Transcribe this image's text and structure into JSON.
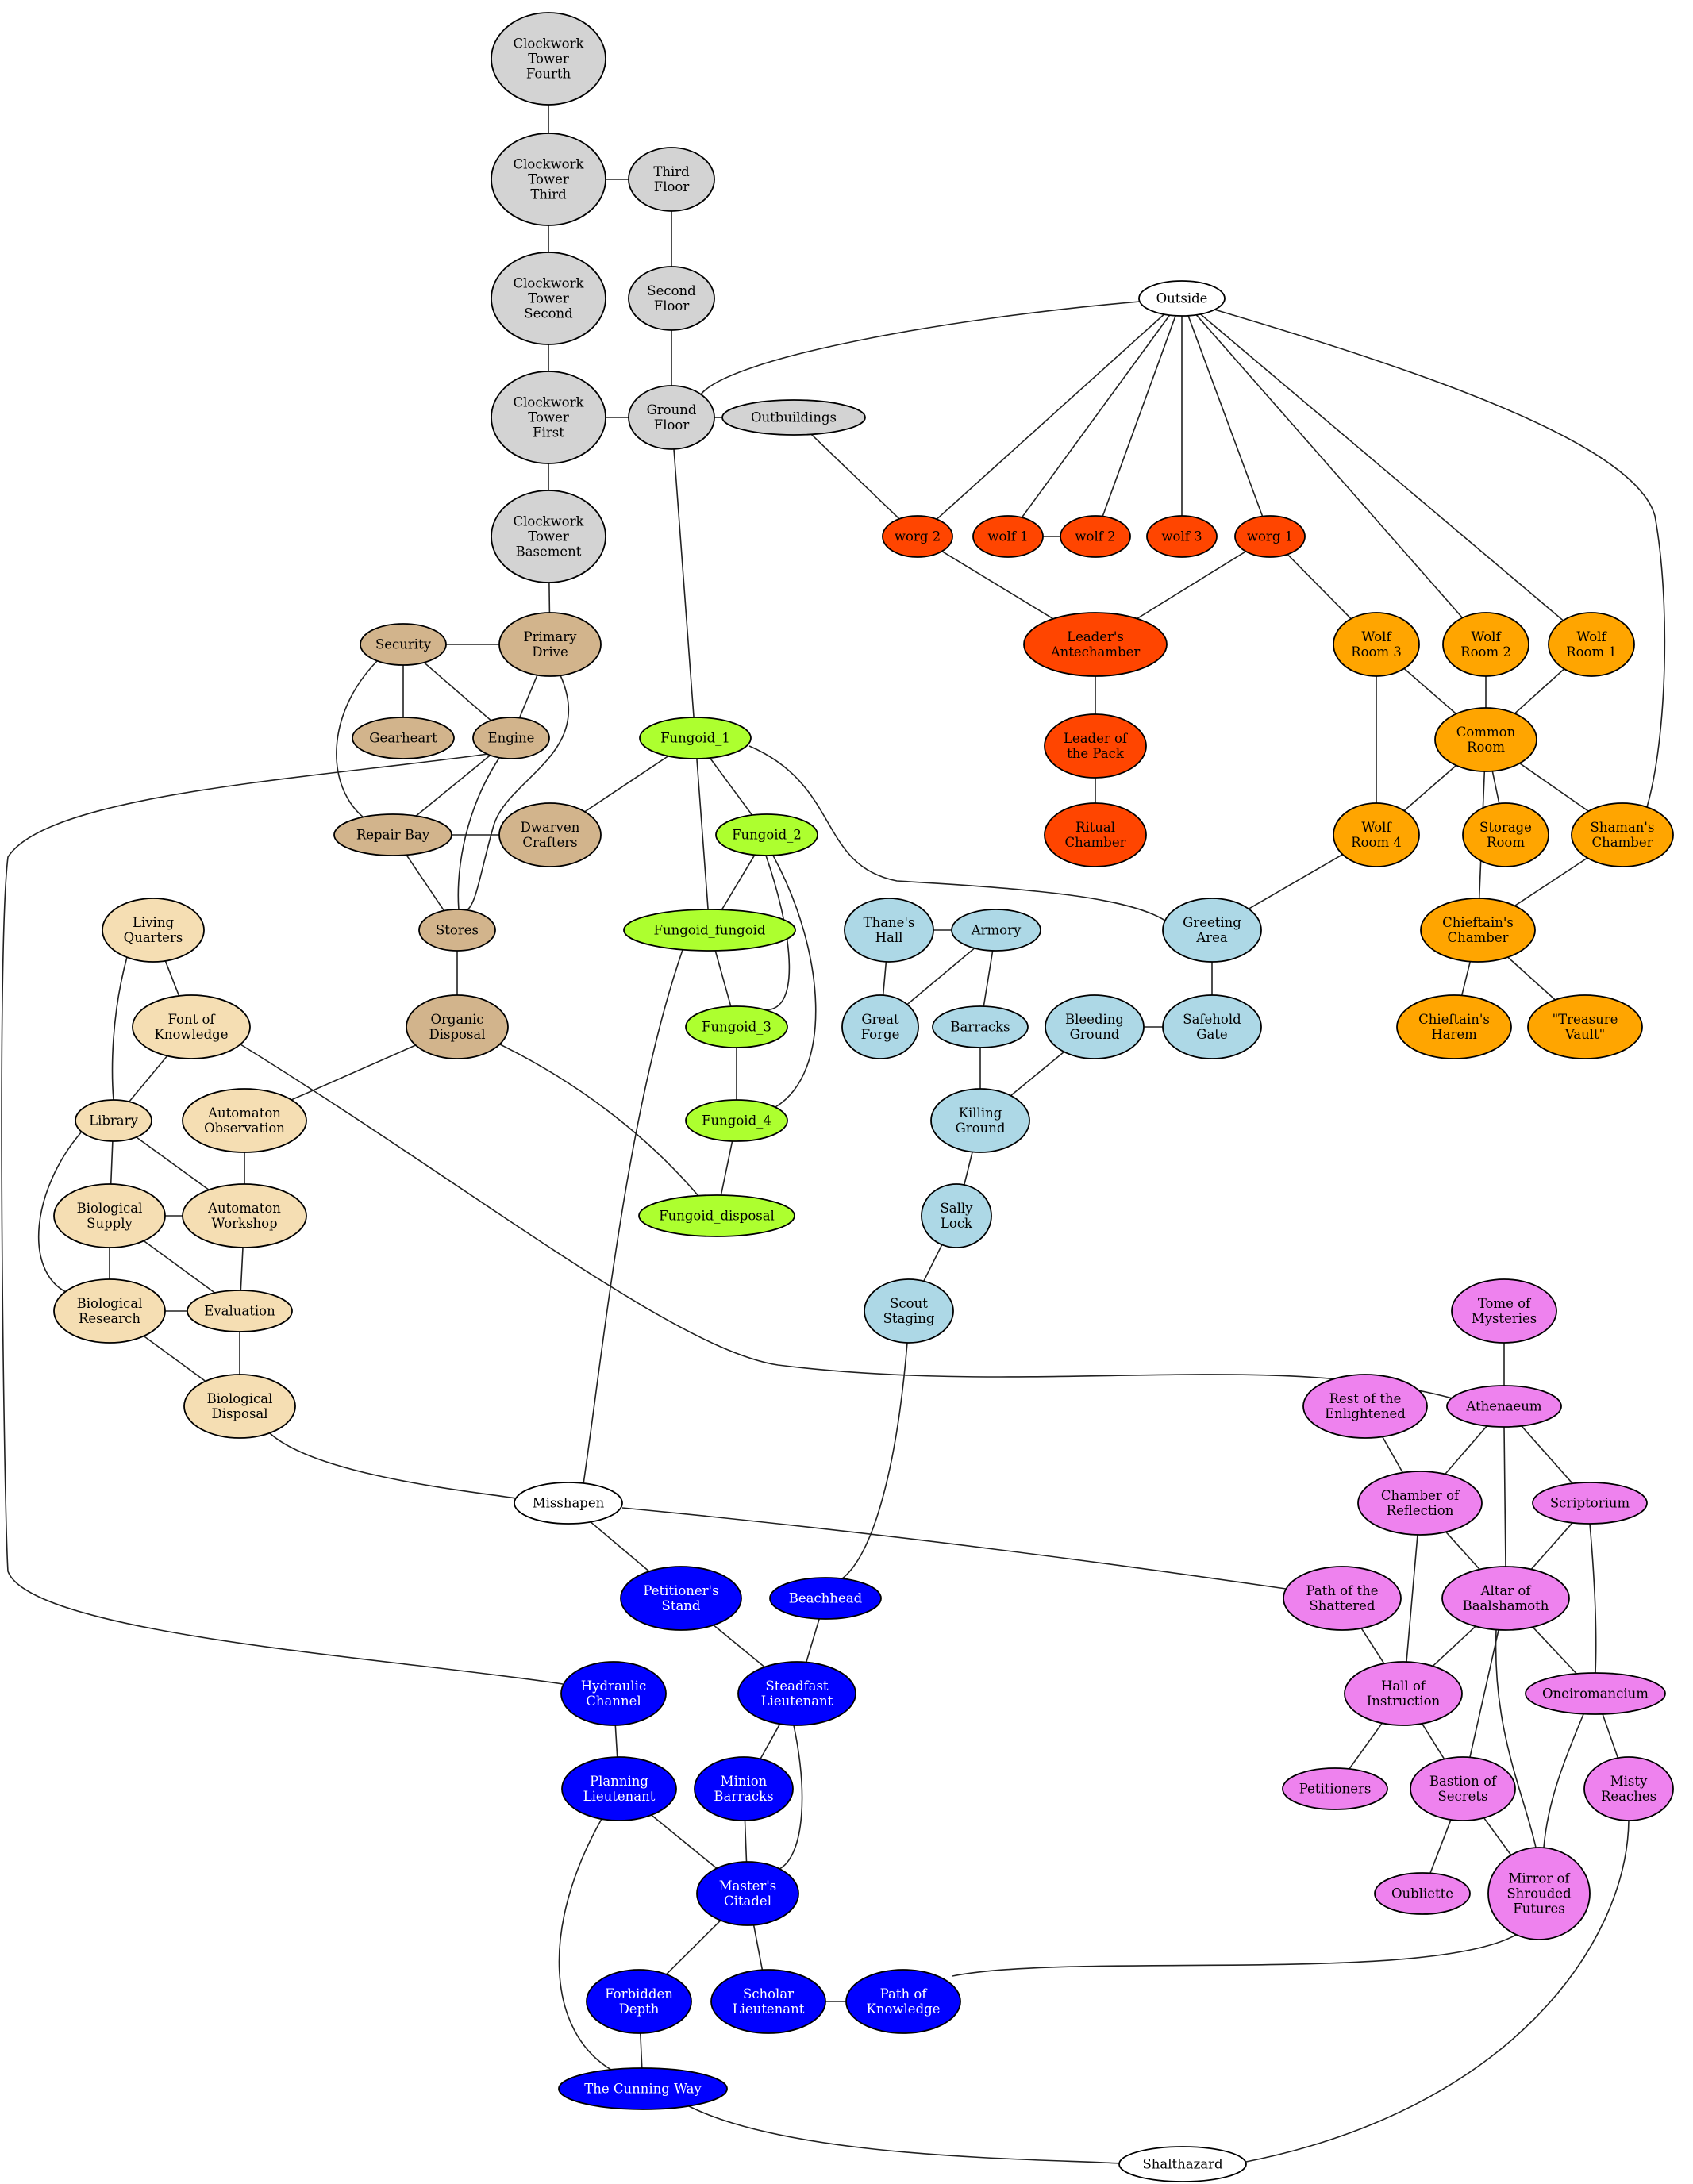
{
  "colors": {
    "tower": "#d3d3d3",
    "outside": "#ffffff",
    "wolf_red": "#ff4500",
    "wolf_orange": "#ffa500",
    "dwarf_tan": "#d2b48c",
    "fungoid": "#adff2f",
    "library": "#f5deb3",
    "safehold": "#add8e6",
    "athenaeum": "#ee82ee",
    "citadel": "#0000ff",
    "connector_outline": "#ff0000"
  },
  "nodes": {
    "cwt4": {
      "label": [
        "Clockwork",
        "Tower",
        "Fourth"
      ],
      "group": "tower"
    },
    "cwt3": {
      "label": [
        "Clockwork",
        "Tower",
        "Third"
      ],
      "group": "tower"
    },
    "cwt2": {
      "label": [
        "Clockwork",
        "Tower",
        "Second"
      ],
      "group": "tower"
    },
    "cwt1": {
      "label": [
        "Clockwork",
        "Tower",
        "First"
      ],
      "group": "tower"
    },
    "cwtb": {
      "label": [
        "Clockwork",
        "Tower",
        "Basement"
      ],
      "group": "tower"
    },
    "third": {
      "label": [
        "Third",
        "Floor"
      ],
      "group": "tower"
    },
    "second": {
      "label": [
        "Second",
        "Floor"
      ],
      "group": "tower"
    },
    "ground": {
      "label": [
        "Ground",
        "Floor"
      ],
      "group": "tower"
    },
    "outb": {
      "label": [
        "Outbuildings"
      ],
      "group": "tower"
    },
    "outside": {
      "label": [
        "Outside"
      ],
      "group": "outside"
    },
    "worg2": {
      "label": [
        "worg 2"
      ],
      "group": "wolf_red"
    },
    "wolf1": {
      "label": [
        "wolf 1"
      ],
      "group": "wolf_red"
    },
    "wolf2": {
      "label": [
        "wolf 2"
      ],
      "group": "wolf_red"
    },
    "wolf3": {
      "label": [
        "wolf 3"
      ],
      "group": "wolf_red"
    },
    "worg1": {
      "label": [
        "worg 1"
      ],
      "group": "wolf_red"
    },
    "antech": {
      "label": [
        "Leader's",
        "Antechamber"
      ],
      "group": "wolf_red"
    },
    "leader": {
      "label": [
        "Leader of",
        "the Pack"
      ],
      "group": "wolf_red"
    },
    "ritual": {
      "label": [
        "Ritual",
        "Chamber"
      ],
      "group": "wolf_red"
    },
    "wr3": {
      "label": [
        "Wolf",
        "Room 3"
      ],
      "group": "wolf_orange"
    },
    "wr2": {
      "label": [
        "Wolf",
        "Room 2"
      ],
      "group": "wolf_orange"
    },
    "wr1": {
      "label": [
        "Wolf",
        "Room 1"
      ],
      "group": "wolf_orange"
    },
    "common": {
      "label": [
        "Common",
        "Room"
      ],
      "group": "wolf_orange"
    },
    "wr4": {
      "label": [
        "Wolf",
        "Room 4"
      ],
      "group": "wolf_orange"
    },
    "storage": {
      "label": [
        "Storage",
        "Room"
      ],
      "group": "wolf_orange"
    },
    "shaman": {
      "label": [
        "Shaman's",
        "Chamber"
      ],
      "group": "wolf_orange"
    },
    "chieftain": {
      "label": [
        "Chieftain's",
        "Chamber"
      ],
      "group": "wolf_orange"
    },
    "harem": {
      "label": [
        "Chieftain's",
        "Harem"
      ],
      "group": "wolf_orange"
    },
    "treasure": {
      "label": [
        "\"Treasure",
        "Vault\""
      ],
      "group": "wolf_orange"
    },
    "security": {
      "label": [
        "Security"
      ],
      "group": "dwarf_tan"
    },
    "primary": {
      "label": [
        "Primary",
        "Drive"
      ],
      "group": "dwarf_tan"
    },
    "gearheart": {
      "label": [
        "Gearheart"
      ],
      "group": "dwarf_tan"
    },
    "engine": {
      "label": [
        "Engine"
      ],
      "group": "dwarf_tan"
    },
    "repair": {
      "label": [
        "Repair Bay"
      ],
      "group": "dwarf_tan"
    },
    "dwarven": {
      "label": [
        "Dwarven",
        "Crafters"
      ],
      "group": "dwarf_tan"
    },
    "stores": {
      "label": [
        "Stores"
      ],
      "group": "dwarf_tan"
    },
    "organic": {
      "label": [
        "Organic",
        "Disposal"
      ],
      "group": "dwarf_tan"
    },
    "f1": {
      "label": [
        "Fungoid_1"
      ],
      "group": "fungoid"
    },
    "f2": {
      "label": [
        "Fungoid_2"
      ],
      "group": "fungoid"
    },
    "ff": {
      "label": [
        "Fungoid_fungoid"
      ],
      "group": "fungoid"
    },
    "f3": {
      "label": [
        "Fungoid_3"
      ],
      "group": "fungoid"
    },
    "f4": {
      "label": [
        "Fungoid_4"
      ],
      "group": "fungoid"
    },
    "fdisp": {
      "label": [
        "Fungoid_disposal"
      ],
      "group": "fungoid"
    },
    "living": {
      "label": [
        "Living",
        "Quarters"
      ],
      "group": "library"
    },
    "font": {
      "label": [
        "Font of",
        "Knowledge"
      ],
      "group": "library"
    },
    "library": {
      "label": [
        "Library"
      ],
      "group": "library"
    },
    "autoobs": {
      "label": [
        "Automaton",
        "Observation"
      ],
      "group": "library"
    },
    "biosup": {
      "label": [
        "Biological",
        "Supply"
      ],
      "group": "library"
    },
    "autowork": {
      "label": [
        "Automaton",
        "Workshop"
      ],
      "group": "library"
    },
    "biores": {
      "label": [
        "Biological",
        "Research"
      ],
      "group": "library"
    },
    "eval": {
      "label": [
        "Evaluation"
      ],
      "group": "library"
    },
    "biodisp": {
      "label": [
        "Biological",
        "Disposal"
      ],
      "group": "library"
    },
    "thane": {
      "label": [
        "Thane's",
        "Hall"
      ],
      "group": "safehold"
    },
    "armory": {
      "label": [
        "Armory"
      ],
      "group": "safehold"
    },
    "greeting": {
      "label": [
        "Greeting",
        "Area"
      ],
      "group": "safehold"
    },
    "forge": {
      "label": [
        "Great",
        "Forge"
      ],
      "group": "safehold"
    },
    "barracks": {
      "label": [
        "Barracks"
      ],
      "group": "safehold"
    },
    "bleeding": {
      "label": [
        "Bleeding",
        "Ground"
      ],
      "group": "safehold"
    },
    "safegate": {
      "label": [
        "Safehold",
        "Gate"
      ],
      "group": "safehold"
    },
    "killing": {
      "label": [
        "Killing",
        "Ground"
      ],
      "group": "safehold"
    },
    "sally": {
      "label": [
        "Sally",
        "Lock"
      ],
      "group": "safehold"
    },
    "scout": {
      "label": [
        "Scout",
        "Staging"
      ],
      "group": "safehold"
    },
    "tome": {
      "label": [
        "Tome of",
        "Mysteries"
      ],
      "group": "athenaeum"
    },
    "rest": {
      "label": [
        "Rest of the",
        "Enlightened"
      ],
      "group": "athenaeum"
    },
    "athen": {
      "label": [
        "Athenaeum"
      ],
      "group": "athenaeum"
    },
    "reflect": {
      "label": [
        "Chamber of",
        "Reflection"
      ],
      "group": "athenaeum"
    },
    "script": {
      "label": [
        "Scriptorium"
      ],
      "group": "athenaeum"
    },
    "shattered": {
      "label": [
        "Path of the",
        "Shattered"
      ],
      "group": "athenaeum"
    },
    "altar": {
      "label": [
        "Altar of",
        "Baalshamoth"
      ],
      "group": "athenaeum"
    },
    "hall": {
      "label": [
        "Hall of",
        "Instruction"
      ],
      "group": "athenaeum"
    },
    "oneiro": {
      "label": [
        "Oneiromancium"
      ],
      "group": "athenaeum"
    },
    "petitioners": {
      "label": [
        "Petitioners"
      ],
      "group": "athenaeum"
    },
    "bastion": {
      "label": [
        "Bastion of",
        "Secrets"
      ],
      "group": "athenaeum"
    },
    "misty": {
      "label": [
        "Misty",
        "Reaches"
      ],
      "group": "athenaeum"
    },
    "oubliette": {
      "label": [
        "Oubliette"
      ],
      "group": "athenaeum"
    },
    "mirror": {
      "label": [
        "Mirror of",
        "Shrouded",
        "Futures"
      ],
      "group": "athenaeum"
    },
    "misshapen": {
      "label": [
        "Misshapen"
      ],
      "group": "outside"
    },
    "petstand": {
      "label": [
        "Petitioner's",
        "Stand"
      ],
      "group": "citadel"
    },
    "beachhead": {
      "label": [
        "Beachhead"
      ],
      "group": "citadel"
    },
    "hydraulic": {
      "label": [
        "Hydraulic",
        "Channel"
      ],
      "group": "citadel"
    },
    "steadfast": {
      "label": [
        "Steadfast",
        "Lieutenant"
      ],
      "group": "citadel"
    },
    "planning": {
      "label": [
        "Planning",
        "Lieutenant"
      ],
      "group": "citadel"
    },
    "minion": {
      "label": [
        "Minion",
        "Barracks"
      ],
      "group": "citadel"
    },
    "master": {
      "label": [
        "Master's",
        "Citadel"
      ],
      "group": "citadel"
    },
    "forbidden": {
      "label": [
        "Forbidden",
        "Depth"
      ],
      "group": "citadel"
    },
    "scholar": {
      "label": [
        "Scholar",
        "Lieutenant"
      ],
      "group": "citadel"
    },
    "pathknow": {
      "label": [
        "Path of",
        "Knowledge"
      ],
      "group": "citadel"
    },
    "cunning": {
      "label": [
        "The Cunning Way"
      ],
      "group": "citadel"
    },
    "shalthazard": {
      "label": [
        "Shalthazard"
      ],
      "group": "outside"
    }
  },
  "edges": [
    [
      "cwt4",
      "cwt3"
    ],
    [
      "cwt3",
      "cwt2"
    ],
    [
      "cwt2",
      "cwt1"
    ],
    [
      "cwt1",
      "cwtb"
    ],
    [
      "cwt3",
      "third"
    ],
    [
      "cwt1",
      "ground"
    ],
    [
      "third",
      "second"
    ],
    [
      "second",
      "ground"
    ],
    [
      "ground",
      "outb"
    ],
    [
      "ground",
      "outside"
    ],
    [
      "ground",
      "f1"
    ],
    [
      "cwtb",
      "primary"
    ],
    [
      "outb",
      "worg2"
    ],
    [
      "outside",
      "worg2"
    ],
    [
      "outside",
      "wolf1"
    ],
    [
      "outside",
      "wolf2"
    ],
    [
      "outside",
      "wolf3"
    ],
    [
      "outside",
      "worg1"
    ],
    [
      "outside",
      "wr2"
    ],
    [
      "outside",
      "wr1"
    ],
    [
      "outside",
      "shaman"
    ],
    [
      "wolf1",
      "wolf2"
    ],
    [
      "worg2",
      "antech"
    ],
    [
      "worg1",
      "antech"
    ],
    [
      "worg1",
      "wr3"
    ],
    [
      "antech",
      "leader"
    ],
    [
      "leader",
      "ritual"
    ],
    [
      "wr3",
      "common"
    ],
    [
      "wr2",
      "common"
    ],
    [
      "wr1",
      "common"
    ],
    [
      "wr3",
      "wr4"
    ],
    [
      "common",
      "wr4"
    ],
    [
      "common",
      "storage"
    ],
    [
      "common",
      "shaman"
    ],
    [
      "common",
      "chieftain"
    ],
    [
      "shaman",
      "chieftain"
    ],
    [
      "chieftain",
      "harem"
    ],
    [
      "chieftain",
      "treasure"
    ],
    [
      "wr4",
      "greeting"
    ],
    [
      "security",
      "primary"
    ],
    [
      "security",
      "gearheart"
    ],
    [
      "security",
      "engine"
    ],
    [
      "security",
      "repair"
    ],
    [
      "primary",
      "engine"
    ],
    [
      "primary",
      "stores"
    ],
    [
      "engine",
      "repair"
    ],
    [
      "engine",
      "stores"
    ],
    [
      "engine",
      "hydraulic"
    ],
    [
      "repair",
      "dwarven"
    ],
    [
      "repair",
      "stores"
    ],
    [
      "stores",
      "organic"
    ],
    [
      "organic",
      "autoobs"
    ],
    [
      "organic",
      "fdisp"
    ],
    [
      "f1",
      "dwarven"
    ],
    [
      "f1",
      "f2"
    ],
    [
      "f1",
      "ff"
    ],
    [
      "f1",
      "greeting"
    ],
    [
      "f2",
      "ff"
    ],
    [
      "f2",
      "f3"
    ],
    [
      "f2",
      "f4"
    ],
    [
      "ff",
      "f3"
    ],
    [
      "ff",
      "misshapen"
    ],
    [
      "f3",
      "f4"
    ],
    [
      "f4",
      "fdisp"
    ],
    [
      "living",
      "font"
    ],
    [
      "living",
      "library"
    ],
    [
      "font",
      "library"
    ],
    [
      "font",
      "athen"
    ],
    [
      "library",
      "biosup"
    ],
    [
      "library",
      "autowork"
    ],
    [
      "library",
      "biores"
    ],
    [
      "autoobs",
      "autowork"
    ],
    [
      "biosup",
      "autowork"
    ],
    [
      "biosup",
      "biores"
    ],
    [
      "biosup",
      "eval"
    ],
    [
      "autowork",
      "eval"
    ],
    [
      "biores",
      "eval"
    ],
    [
      "biores",
      "biodisp"
    ],
    [
      "eval",
      "biodisp"
    ],
    [
      "biodisp",
      "misshapen"
    ],
    [
      "thane",
      "armory"
    ],
    [
      "thane",
      "forge"
    ],
    [
      "armory",
      "forge"
    ],
    [
      "armory",
      "barracks"
    ],
    [
      "barracks",
      "killing"
    ],
    [
      "bleeding",
      "killing"
    ],
    [
      "bleeding",
      "safegate"
    ],
    [
      "greeting",
      "safegate"
    ],
    [
      "killing",
      "sally"
    ],
    [
      "sally",
      "scout"
    ],
    [
      "scout",
      "beachhead"
    ],
    [
      "tome",
      "athen"
    ],
    [
      "rest",
      "reflect"
    ],
    [
      "athen",
      "reflect"
    ],
    [
      "athen",
      "altar"
    ],
    [
      "athen",
      "script"
    ],
    [
      "reflect",
      "altar"
    ],
    [
      "reflect",
      "hall"
    ],
    [
      "script",
      "altar"
    ],
    [
      "script",
      "oneiro"
    ],
    [
      "shattered",
      "hall"
    ],
    [
      "altar",
      "hall"
    ],
    [
      "altar",
      "oneiro"
    ],
    [
      "altar",
      "bastion"
    ],
    [
      "altar",
      "mirror"
    ],
    [
      "hall",
      "petitioners"
    ],
    [
      "hall",
      "bastion"
    ],
    [
      "oneiro",
      "misty"
    ],
    [
      "oneiro",
      "mirror"
    ],
    [
      "bastion",
      "oubliette"
    ],
    [
      "bastion",
      "mirror"
    ],
    [
      "mirror",
      "pathknow"
    ],
    [
      "misty",
      "shalthazard"
    ],
    [
      "misshapen",
      "petstand"
    ],
    [
      "misshapen",
      "shattered"
    ],
    [
      "petstand",
      "steadfast"
    ],
    [
      "beachhead",
      "steadfast"
    ],
    [
      "hydraulic",
      "planning"
    ],
    [
      "steadfast",
      "minion"
    ],
    [
      "steadfast",
      "master"
    ],
    [
      "planning",
      "master"
    ],
    [
      "planning",
      "cunning"
    ],
    [
      "minion",
      "master"
    ],
    [
      "master",
      "forbidden"
    ],
    [
      "master",
      "scholar"
    ],
    [
      "scholar",
      "pathknow"
    ],
    [
      "forbidden",
      "cunning"
    ],
    [
      "cunning",
      "shalthazard"
    ]
  ]
}
